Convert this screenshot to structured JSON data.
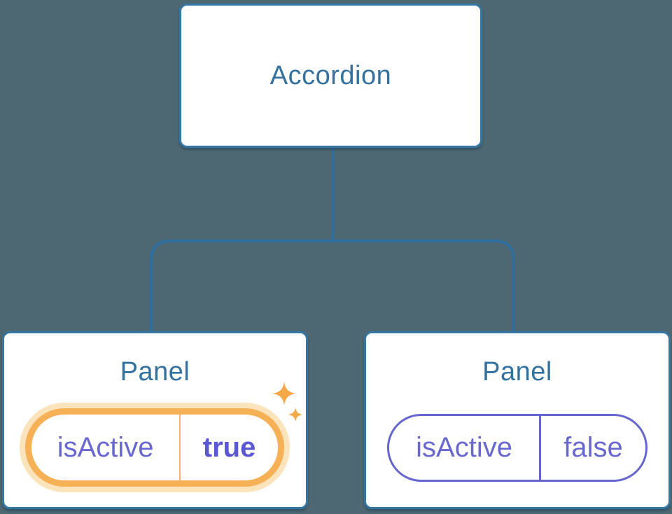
{
  "diagram": {
    "description": "Component tree showing an Accordion parent with two Panel children holding isActive state",
    "root": {
      "label": "Accordion"
    },
    "panels": [
      {
        "label": "Panel",
        "prop_name": "isActive",
        "prop_value": "true",
        "highlighted": true
      },
      {
        "label": "Panel",
        "prop_name": "isActive",
        "prop_value": "false",
        "highlighted": false
      }
    ],
    "colors": {
      "background": "#4d6872",
      "connector_blue": "#2e6e9e",
      "node_border_blue": "#3577a4",
      "label_blue": "#33719f",
      "state_indigo": "#6868d0",
      "state_value_indigo_bold": "#5957d2",
      "active_border_orange": "#f6b156",
      "active_glow_orange": "#fbe3bc",
      "sparkle_orange": "#f4a847",
      "inactive_border_indigo": "#6666cf"
    }
  }
}
